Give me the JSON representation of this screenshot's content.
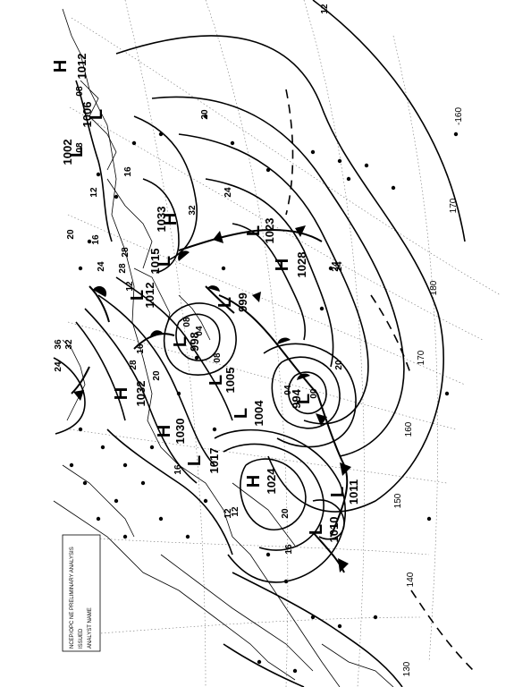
{
  "map": {
    "pressure_centers": [
      {
        "type": "H",
        "value": "1012"
      },
      {
        "type": "L",
        "value": "1006"
      },
      {
        "type": "L",
        "value": "1002"
      },
      {
        "type": "H",
        "value": "1033"
      },
      {
        "type": "L",
        "value": "1023"
      },
      {
        "type": "H",
        "value": "1028"
      },
      {
        "type": "L",
        "value": "1015"
      },
      {
        "type": "L",
        "value": "1012"
      },
      {
        "type": "L",
        "value": "999"
      },
      {
        "type": "L",
        "value": "998"
      },
      {
        "type": "L",
        "value": "1005"
      },
      {
        "type": "H",
        "value": "1032"
      },
      {
        "type": "L",
        "value": "1004"
      },
      {
        "type": "L",
        "value": "994"
      },
      {
        "type": "H",
        "value": "1030"
      },
      {
        "type": "L",
        "value": "1017"
      },
      {
        "type": "H",
        "value": "1024"
      },
      {
        "type": "L",
        "value": "1011"
      },
      {
        "type": "L",
        "value": "1010"
      }
    ],
    "isobar_labels": [
      "12",
      "08",
      "08",
      "12",
      "16",
      "20",
      "24",
      "28",
      "32",
      "24",
      "20",
      "16",
      "12",
      "08",
      "04",
      "00",
      "04",
      "08",
      "16",
      "20",
      "24",
      "28",
      "32",
      "36",
      "28",
      "24",
      "20",
      "16",
      "12",
      "20",
      "16",
      "12",
      "24"
    ],
    "longitude_labels": [
      "-160",
      "170",
      "180",
      "170",
      "160",
      "150",
      "140",
      "130"
    ],
    "title_block": [
      "NCEP/OPC NE PRELIMINARY ANALYSIS",
      "ISSUED",
      "ANALYST NAME"
    ]
  }
}
